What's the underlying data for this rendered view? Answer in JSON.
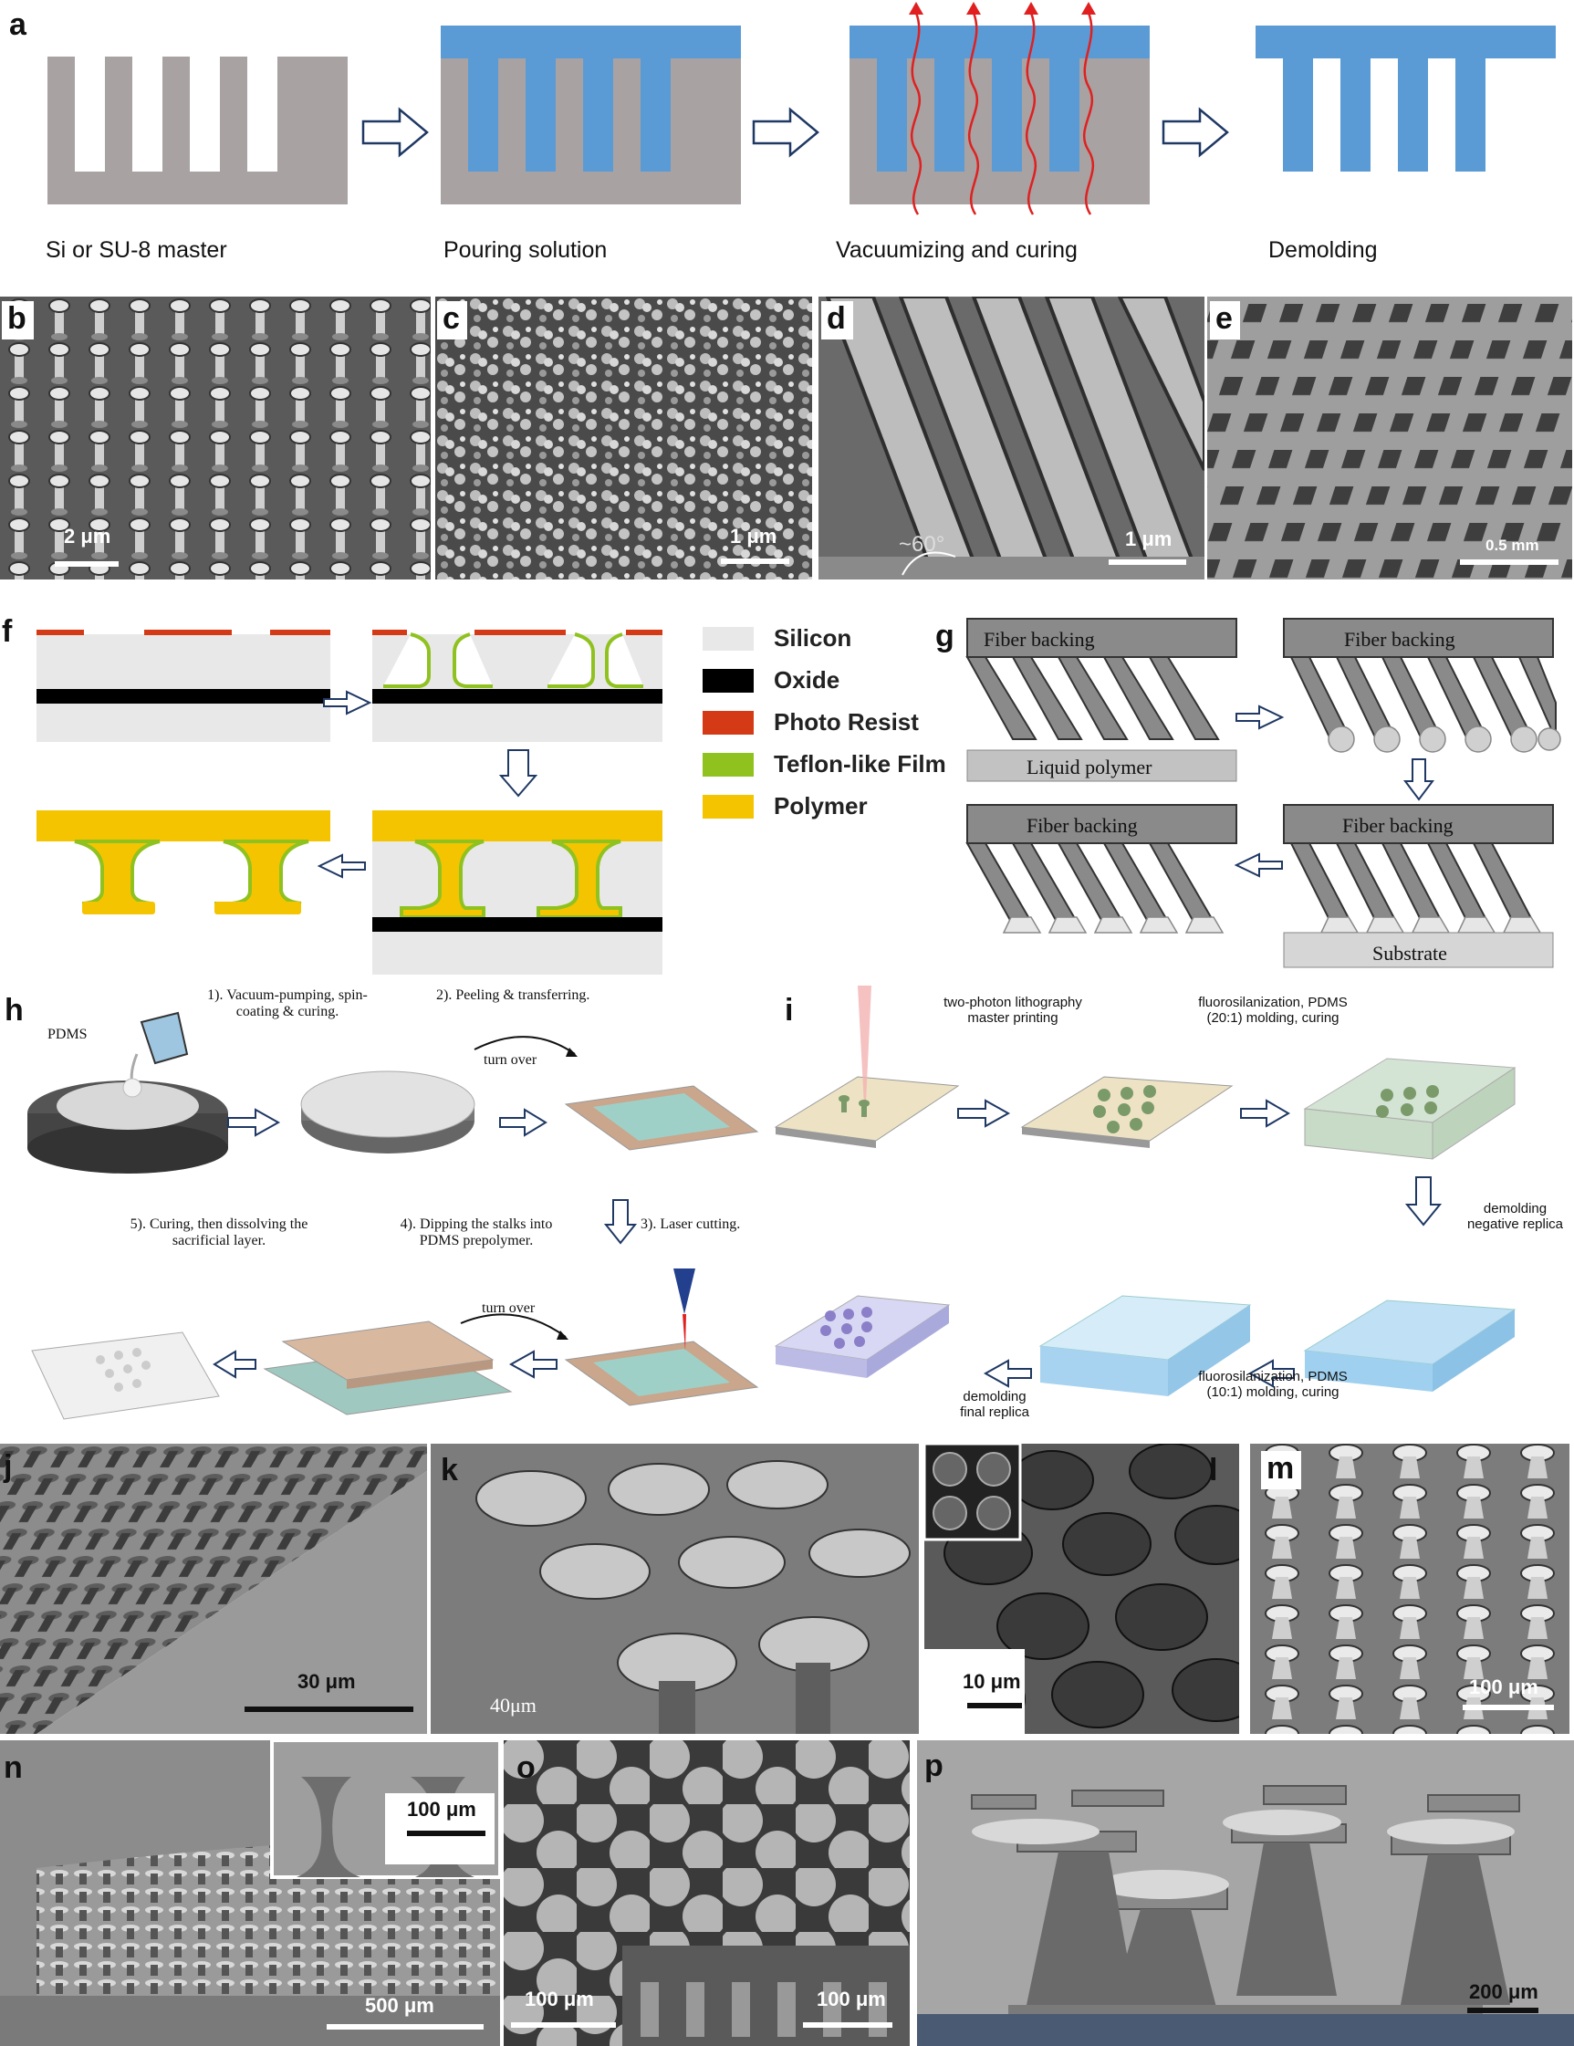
{
  "panels": {
    "a": {
      "label": "a",
      "steps": [
        "Si or SU-8 master",
        "Pouring solution",
        "Vacuumizing and curing",
        "Demolding"
      ]
    },
    "b": {
      "label": "b",
      "scale": "2 μm"
    },
    "c": {
      "label": "c",
      "scale": "1 μm"
    },
    "d": {
      "label": "d",
      "scale": "1 μm",
      "angle": "~60°"
    },
    "e": {
      "label": "e",
      "scale": "0.5 mm"
    },
    "f": {
      "label": "f",
      "legend": [
        {
          "name": "Silicon",
          "color": "#e8e8e8"
        },
        {
          "name": "Oxide",
          "color": "#000000"
        },
        {
          "name": "Photo Resist",
          "color": "#d43a16"
        },
        {
          "name": "Teflon-like Film",
          "color": "#8fc21f"
        },
        {
          "name": "Polymer",
          "color": "#f5c400"
        }
      ]
    },
    "g": {
      "label": "g",
      "fiber_backing": "Fiber backing",
      "liquid_polymer": "Liquid polymer",
      "substrate": "Substrate"
    },
    "h": {
      "label": "h",
      "pdms": "PDMS",
      "step1": "1). Vacuum-pumping, spin-coating & curing.",
      "step2": "2). Peeling & transferring.",
      "turn_over": "turn over",
      "step3": "3). Laser cutting.",
      "step4": "4). Dipping the stalks into PDMS prepolymer.",
      "step5": "5). Curing, then dissolving the sacrificial layer."
    },
    "i": {
      "label": "i",
      "step1": "two-photon lithography master printing",
      "step2": "fluorosilanization, PDMS (20:1) molding, curing",
      "step3": "demolding negative replica",
      "step4": "fluorosilanization, PDMS (10:1) molding, curing",
      "step5": "demolding final replica"
    },
    "j": {
      "label": "j",
      "scale": "30 μm"
    },
    "k": {
      "label": "k",
      "scale": "40μm"
    },
    "l": {
      "label": "l",
      "scale": "10 μm"
    },
    "m": {
      "label": "m",
      "scale": "100 μm"
    },
    "n": {
      "label": "n",
      "scale_inset": "100 μm",
      "scale": "500 μm"
    },
    "o": {
      "label": "o",
      "scale1": "100 μm",
      "scale2": "100 μm"
    },
    "p": {
      "label": "p",
      "scale": "200 μm"
    }
  },
  "colors": {
    "gray": "#a8a2a2",
    "blue": "#5b9bd5",
    "red": "#e02020",
    "arrow": "#1f3864"
  }
}
